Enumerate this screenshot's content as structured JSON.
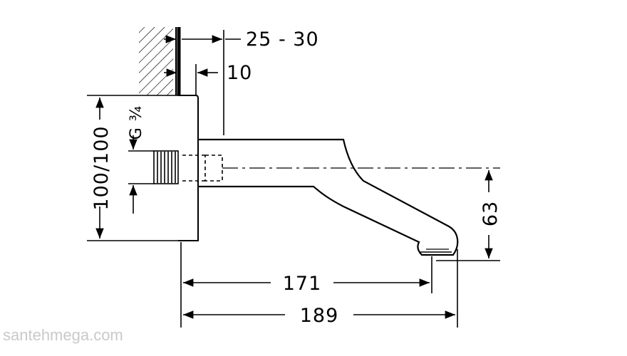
{
  "dimensions": {
    "wall_offset": "25 - 30",
    "plate_offset": "10",
    "thread": "G ¾",
    "plate_height": "100/100",
    "spout_height": "63",
    "length_inner": "171",
    "length_outer": "189"
  },
  "watermark": "santehmega.com",
  "colors": {
    "line": "#000000",
    "watermark": "#c9c9c9",
    "background": "#ffffff"
  }
}
